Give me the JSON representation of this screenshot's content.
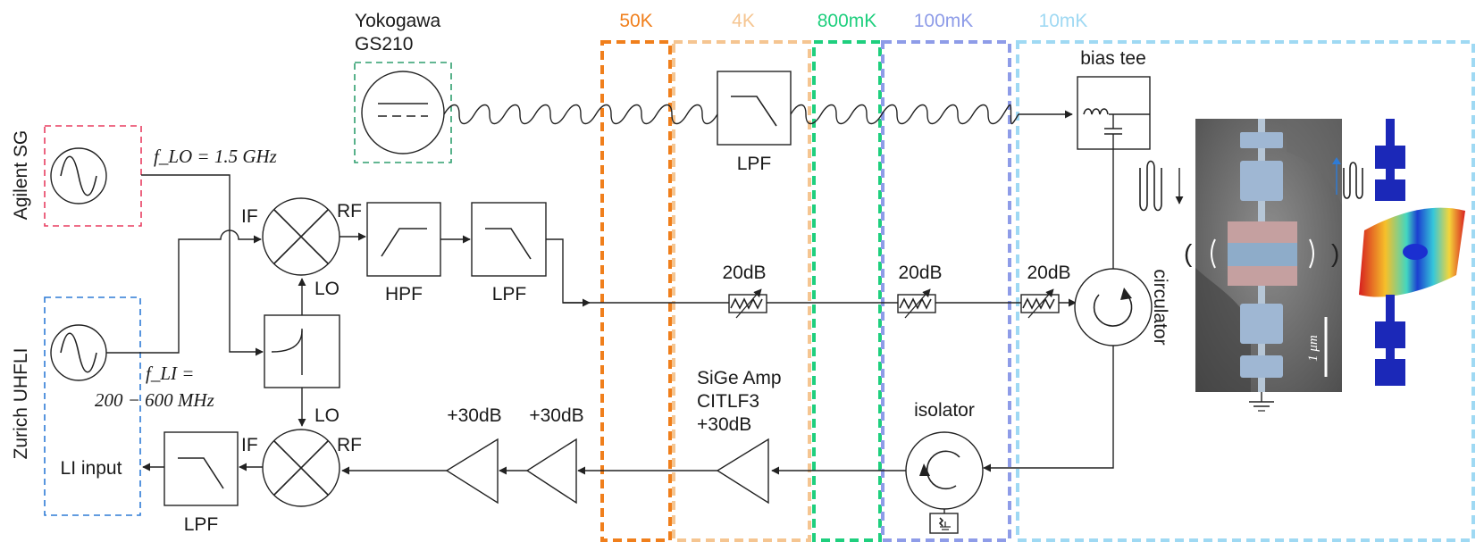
{
  "stages": [
    {
      "label": "50K",
      "color": "#f07f1c"
    },
    {
      "label": "4K",
      "color": "#f5c591"
    },
    {
      "label": "800mK",
      "color": "#1fcf7e"
    },
    {
      "label": "100mK",
      "color": "#8e9ce8"
    },
    {
      "label": "10mK",
      "color": "#9fd9f3"
    }
  ],
  "instruments": {
    "agilent": "Agilent SG",
    "zurich": "Zurich UHFLI",
    "yokogawa_line1": "Yokogawa",
    "yokogawa_line2": "GS210",
    "agilent_color": "#e83e61",
    "zurich_color": "#2e7bd6",
    "yokogawa_color": "#2e9e6e"
  },
  "equations": {
    "f_lo": "f_LO = 1.5 GHz",
    "f_li_line1": "f_LI =",
    "f_li_line2": "200 − 600 MHz"
  },
  "labels": {
    "if_top": "IF",
    "rf_top": "RF",
    "lo_top": "LO",
    "if_bottom": "IF",
    "rf_bottom": "RF",
    "lo_bottom": "LO",
    "hpf": "HPF",
    "lpf_1": "LPF",
    "lpf_dc": "LPF",
    "lpf_bottom": "LPF",
    "li_input": "LI input",
    "bias_tee": "bias tee",
    "att_1": "20dB",
    "att_2": "20dB",
    "att_3": "20dB",
    "circulator": "circulator",
    "isolator": "isolator",
    "sige_1": "SiGe Amp",
    "sige_2": "CITLF3",
    "sige_3": "+30dB",
    "amp_1": "+30dB",
    "amp_2": "+30dB",
    "scale_bar": "1 μm"
  }
}
